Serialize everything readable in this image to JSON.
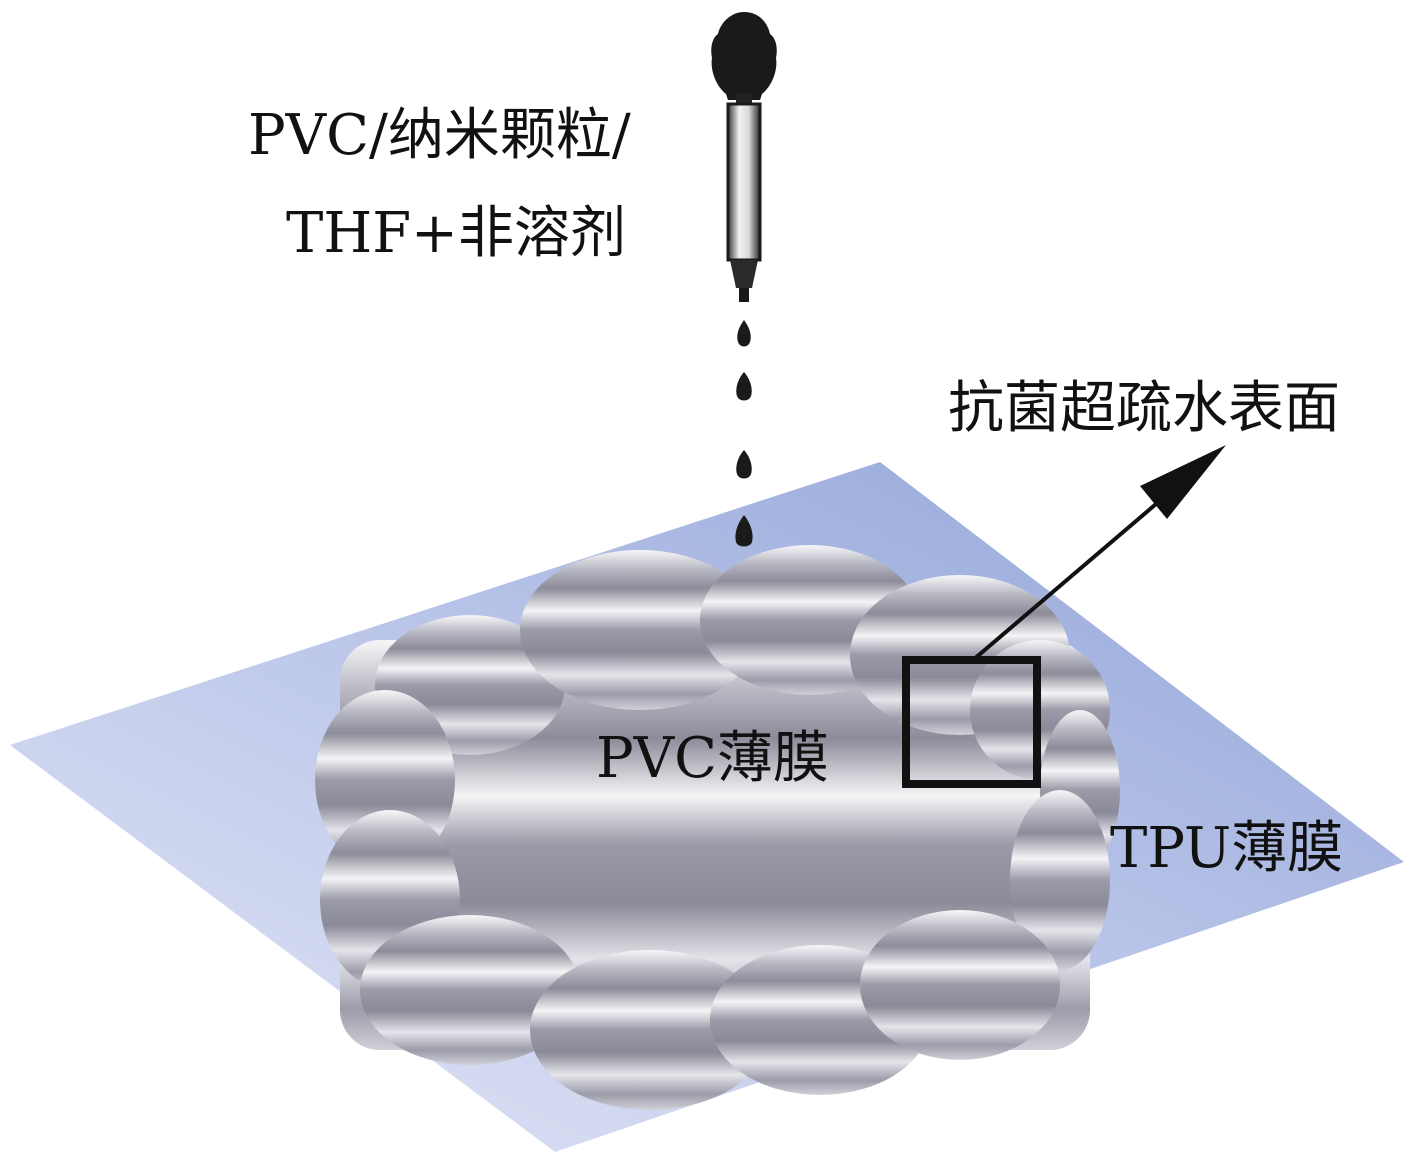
{
  "labels": {
    "solution_line1": "PVC/纳米颗粒/",
    "solution_line2": "THF+非溶剂",
    "surface": "抗菌超疏水表面",
    "pvc_film": "PVC薄膜",
    "tpu_film": "TPU薄膜"
  },
  "icons": {
    "dropper": "dropper-icon",
    "droplets": "droplet-icon",
    "arrow": "arrow-icon"
  },
  "colors": {
    "substrate_light": "#e6e8f6",
    "substrate_dark": "#8fa2d6",
    "film_light": "#f4f4f6",
    "film_dark": "#8a8a98",
    "ink": "#111111"
  }
}
